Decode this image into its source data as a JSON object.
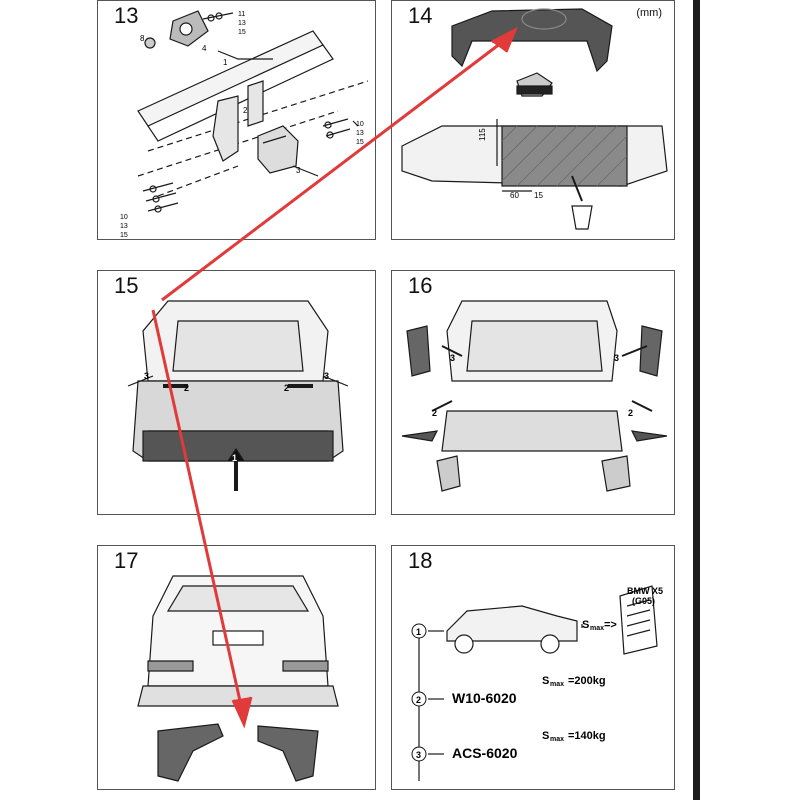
{
  "unit_label": "(mm)",
  "panels": {
    "p13": {
      "number": "13",
      "parts": {
        "a": "8",
        "b": "4",
        "c": "1",
        "d": "2",
        "e": "3"
      },
      "callouts": {
        "top": [
          "11",
          "13",
          "15"
        ],
        "right": [
          "10",
          "13",
          "15"
        ],
        "left": [
          "10",
          "13",
          "15"
        ]
      }
    },
    "p14": {
      "number": "14",
      "dims": {
        "height": "115",
        "width": "60",
        "offset": "15"
      }
    },
    "p15": {
      "number": "15",
      "steps": {
        "center": "1",
        "left_inner": "2",
        "right_inner": "2",
        "left_outer": "3",
        "right_outer": "3"
      }
    },
    "p16": {
      "number": "16",
      "steps": {
        "l3": "3",
        "r3": "3",
        "l2": "2",
        "r2": "2"
      }
    },
    "p17": {
      "number": "17"
    },
    "p18": {
      "number": "18",
      "vehicle_label": [
        "BMW X5",
        "(G05)"
      ],
      "smax_symbol": "S",
      "smax_sub": "max",
      "arrow_text": "=>",
      "options": [
        {
          "step": "1"
        },
        {
          "step": "2",
          "code": "W10-6020",
          "load": "=200kg"
        },
        {
          "step": "3",
          "code": "ACS-6020",
          "load": "=140kg"
        }
      ]
    }
  },
  "colors": {
    "annotation": "#e03a3a",
    "line": "#1a1a1a"
  }
}
